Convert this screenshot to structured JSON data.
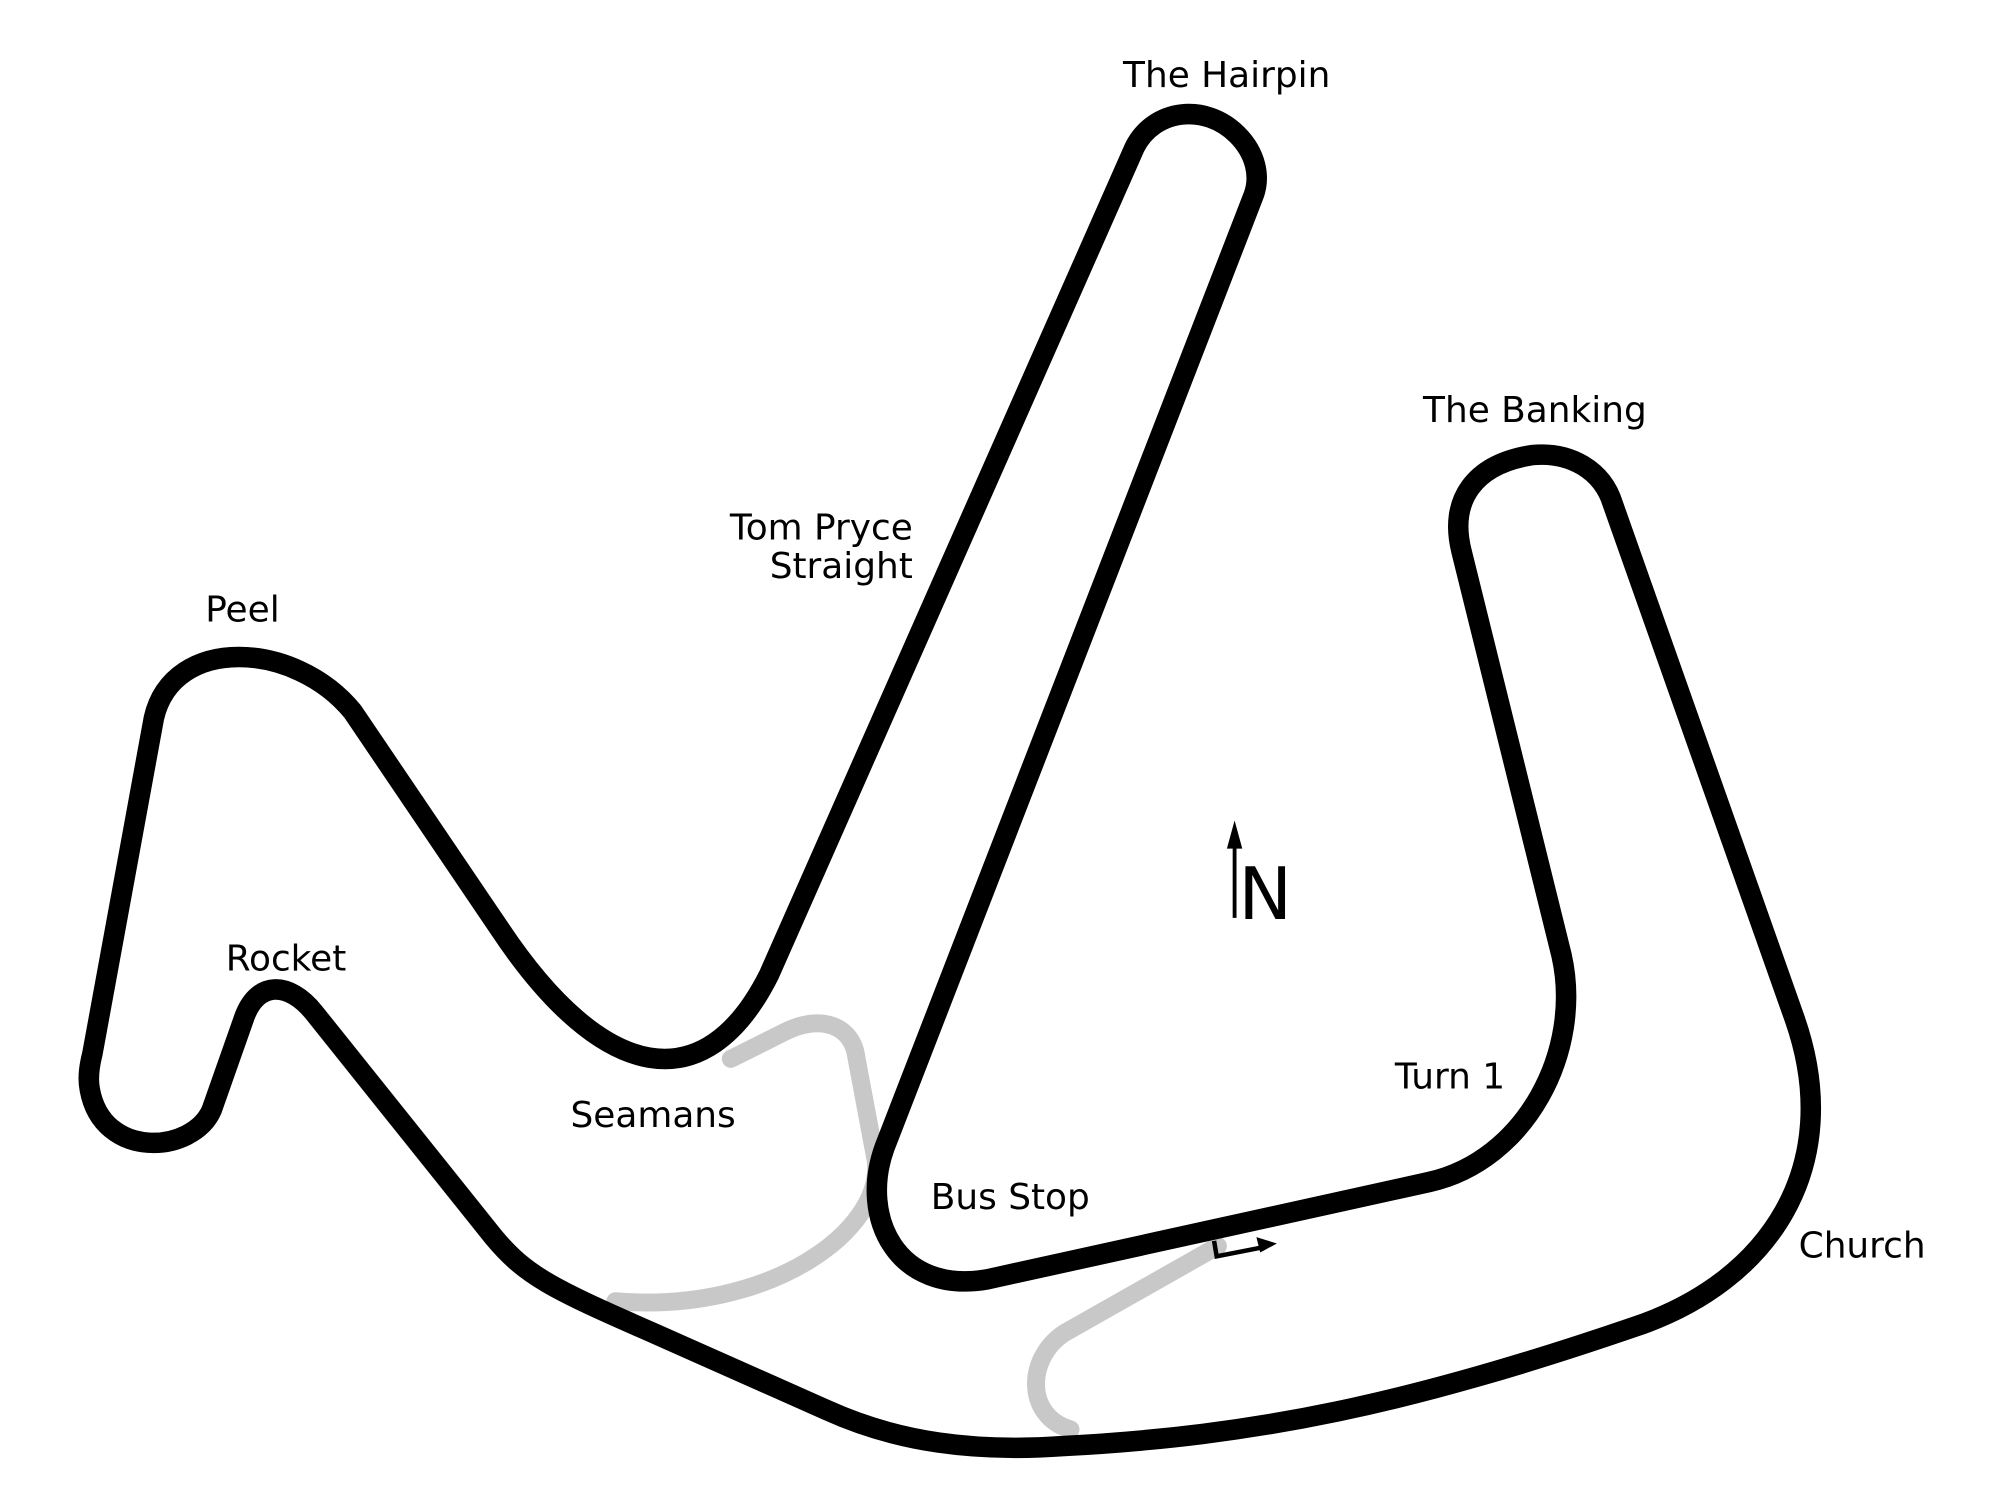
{
  "colors": {
    "track": "#000000",
    "pitlane_bypass": "#c8c8c8",
    "background": "#ffffff"
  },
  "labels": {
    "hairpin": "The Hairpin",
    "banking": "The Banking",
    "tom_pryce_1": "Tom Pryce",
    "tom_pryce_2": "Straight",
    "peel": "Peel",
    "rocket": "Rocket",
    "seamans": "Seamans",
    "bus_stop": "Bus Stop",
    "turn1": "Turn 1",
    "church": "Church"
  },
  "compass": {
    "label": "N"
  }
}
